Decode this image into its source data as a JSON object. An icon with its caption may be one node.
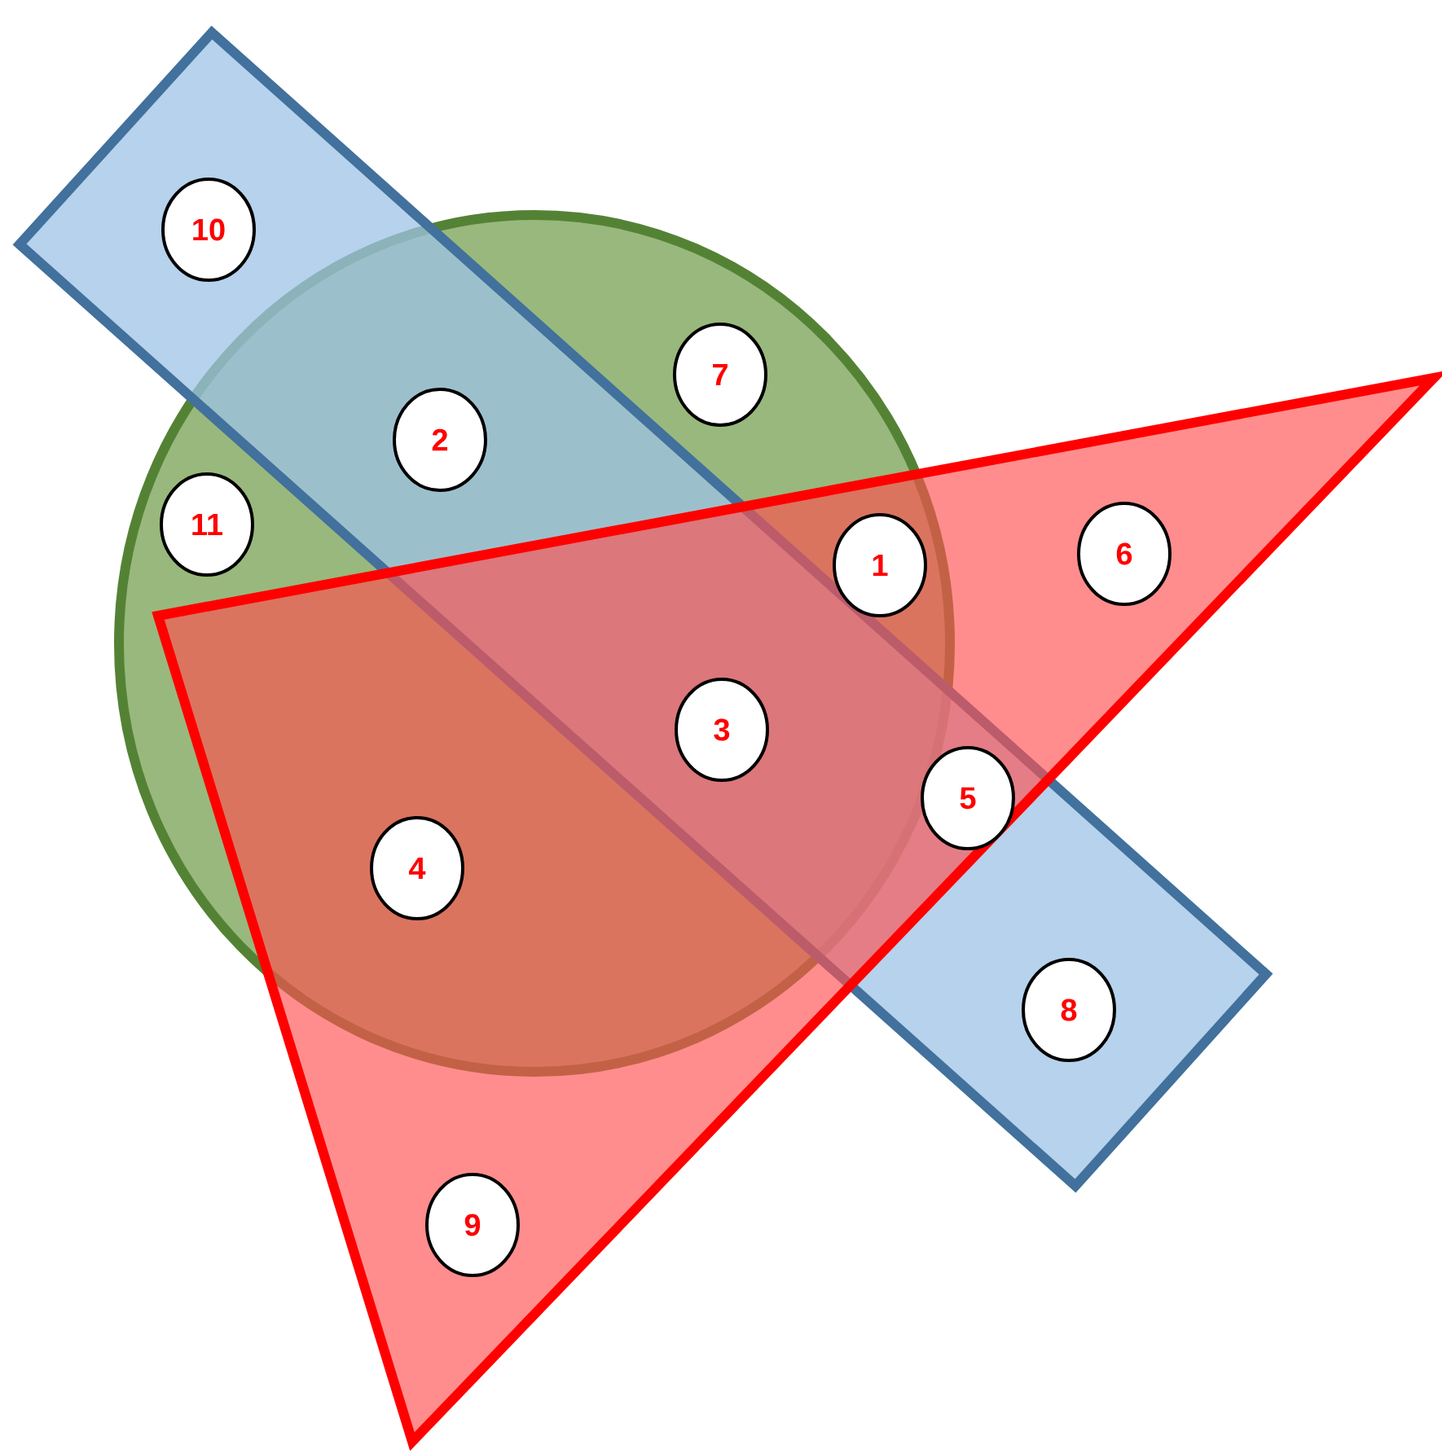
{
  "diagram": {
    "nodes": [
      {
        "text": [
          "10"
        ]
      },
      {
        "text": [
          "7"
        ]
      },
      {
        "text": [
          "2"
        ]
      },
      {
        "text": [
          "11"
        ]
      },
      {
        "text": [
          "6"
        ]
      },
      {
        "text": [
          "1"
        ]
      },
      {
        "text": [
          "3"
        ]
      },
      {
        "text": [
          "5"
        ]
      },
      {
        "text": [
          "4"
        ]
      },
      {
        "text": [
          "8"
        ]
      },
      {
        "text": [
          "9"
        ]
      }
    ]
  }
}
